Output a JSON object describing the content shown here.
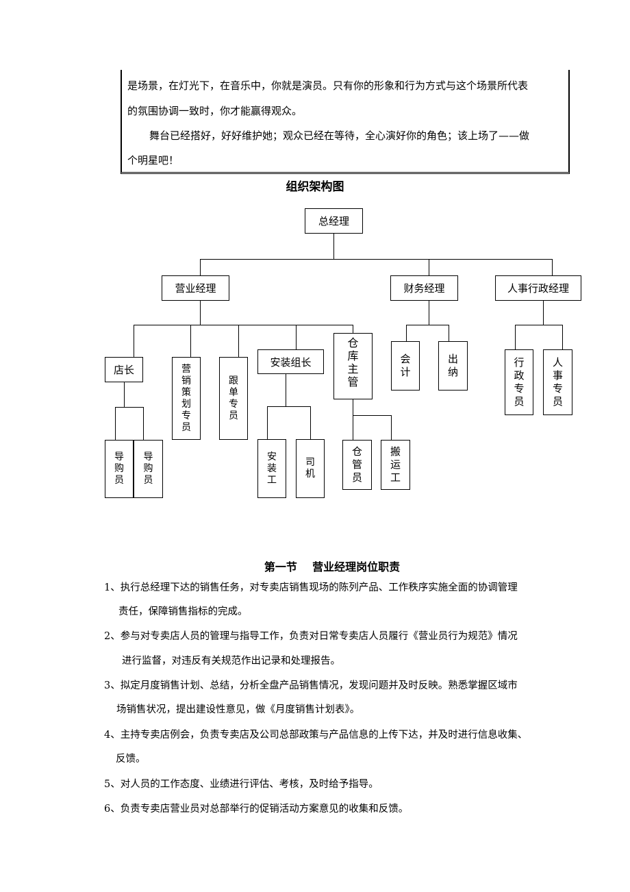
{
  "intro": {
    "lines": [
      "是场景，在灯光下，在音乐中，你就是演员。只有你的形象和行为方式与这个场景所代表",
      "的氛围协调一致时，你才能赢得观众。",
      "舞台已经搭好，好好维护她；观众已经在等待，全心演好你的角色；该上场了——做",
      "个明星吧！"
    ]
  },
  "org_chart": {
    "title": "组织架构图",
    "general_manager": "总经理",
    "sales_manager": "营业经理",
    "finance_manager": "财务经理",
    "hr_admin_manager": "人事行政经理",
    "store_manager": "店长",
    "marketing_specialist": "营\n销\n策\n划\n专\n员",
    "follow_up_specialist": "跟\n单\n专\n员",
    "install_leader": "安装组长",
    "warehouse_supervisor": "仓\n库\n主\n管",
    "accountant": "会\n计",
    "cashier": "出\n纳",
    "admin_specialist": "行\n政\n专\n员",
    "hr_specialist": "人\n事\n专\n员",
    "guide_1": "导\n购\n员",
    "guide_2": "导\n购\n员",
    "installer": "安\n装\n工",
    "driver": "司\n机",
    "warehouse_keeper": "仓\n管\n员",
    "porter": "搬\n运\n工"
  },
  "section": {
    "title": "第一节    营业经理岗位职责",
    "paragraphs": [
      "1、执行总经理下达的销售任务，对专卖店销售现场的陈列产品、工作秩序实施全面的协调管理",
      "责任，保障销售指标的完成。",
      "2、参与对专卖店人员的管理与指导工作，负责对日常专卖店人员履行《营业员行为规范》情况",
      "进行监督，对违反有关规范作出记录和处理报告。",
      "3、拟定月度销售计划、总结，分析全盘产品销售情况，发现问题并及时反映。熟悉掌握区域市",
      "场销售状况，提出建设性意见，做《月度销售计划表》。",
      "4、主持专卖店例会，负责专卖店及公司总部政策与产品信息的上传下达，并及时进行信息收集、",
      "反馈。",
      "5、对人员的工作态度、业绩进行评估、考核，及时给予指导。",
      "6、负责专卖店营业员对总部举行的促销活动方案意见的收集和反馈。"
    ]
  }
}
